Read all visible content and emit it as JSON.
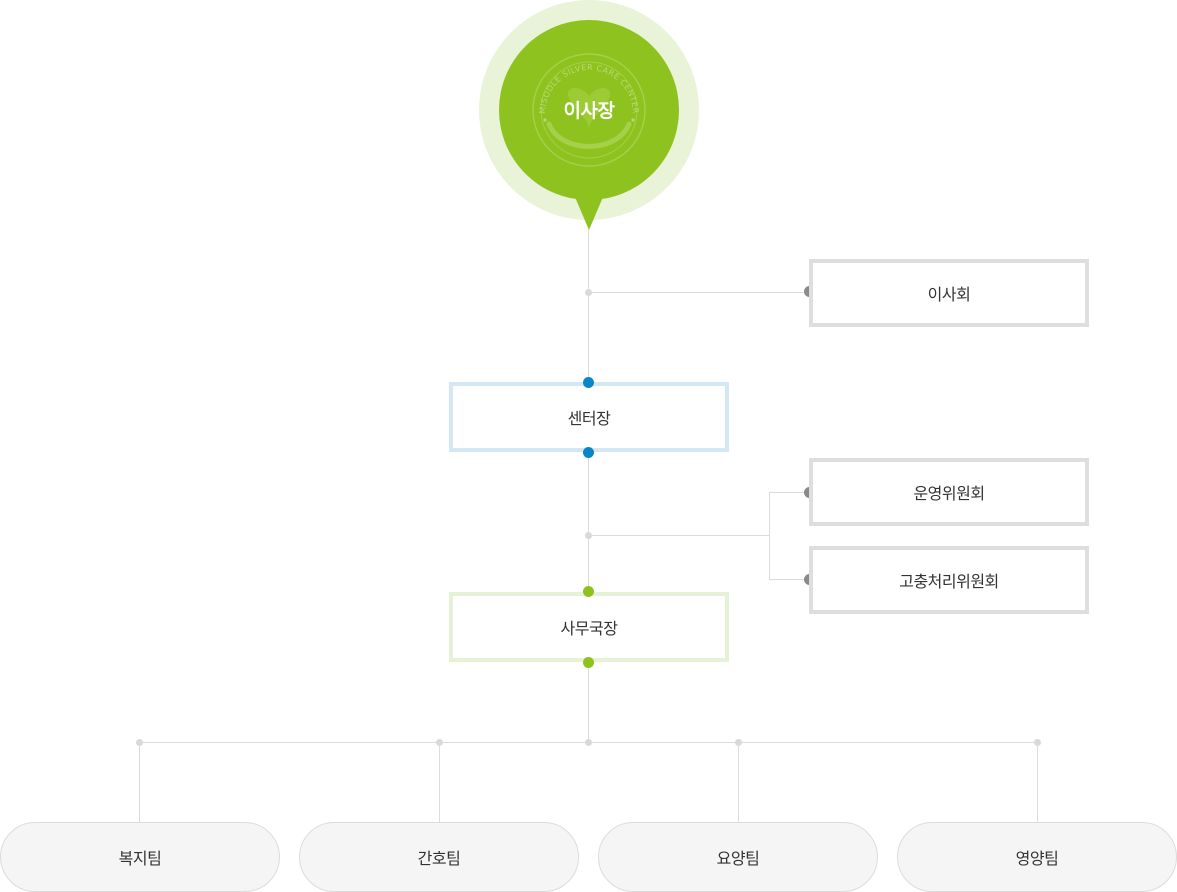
{
  "root": {
    "label": "이사장",
    "emblem_text": "MISODLE SILVER CARE CENTER"
  },
  "board": {
    "label": "이사회"
  },
  "center": {
    "label": "센터장"
  },
  "committees": [
    {
      "label": "운영위원회"
    },
    {
      "label": "고충처리위원회"
    }
  ],
  "office": {
    "label": "사무국장"
  },
  "teams": [
    {
      "label": "복지팀"
    },
    {
      "label": "간호팀"
    },
    {
      "label": "요양팀"
    },
    {
      "label": "영양팀"
    }
  ],
  "colors": {
    "green": "#8dc21f",
    "green_light": "#e8f3d8",
    "blue": "#0a86c6",
    "gray_dot": "#8a8a8a",
    "line": "#dcdcdc"
  }
}
